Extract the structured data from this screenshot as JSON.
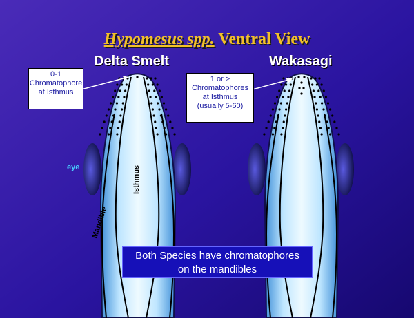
{
  "title": {
    "scientific_name": "Hypomesus spp.",
    "rest": " Ventral View"
  },
  "species": {
    "left": "Delta Smelt",
    "right": "Wakasagi"
  },
  "callouts": {
    "left": [
      "0-1",
      "Chromatophore",
      "at Isthmus"
    ],
    "right": [
      "1 or >",
      "Chromatophores",
      "at Isthmus",
      "(usually 5-60)"
    ]
  },
  "labels": {
    "eye": "eye",
    "isthmus": "Isthmus",
    "mandible": "Mandible"
  },
  "note": [
    "Both Species have chromatophores",
    "on the mandibles"
  ],
  "colors": {
    "background_top": "#3a1fa8",
    "background_bottom": "#1a0a6e",
    "title": "#f2c028",
    "fish_light": "#dff4ff",
    "fish_dark": "#4aa8e8",
    "eye": "#1a1a6e",
    "note_bg": "#1610b8"
  }
}
